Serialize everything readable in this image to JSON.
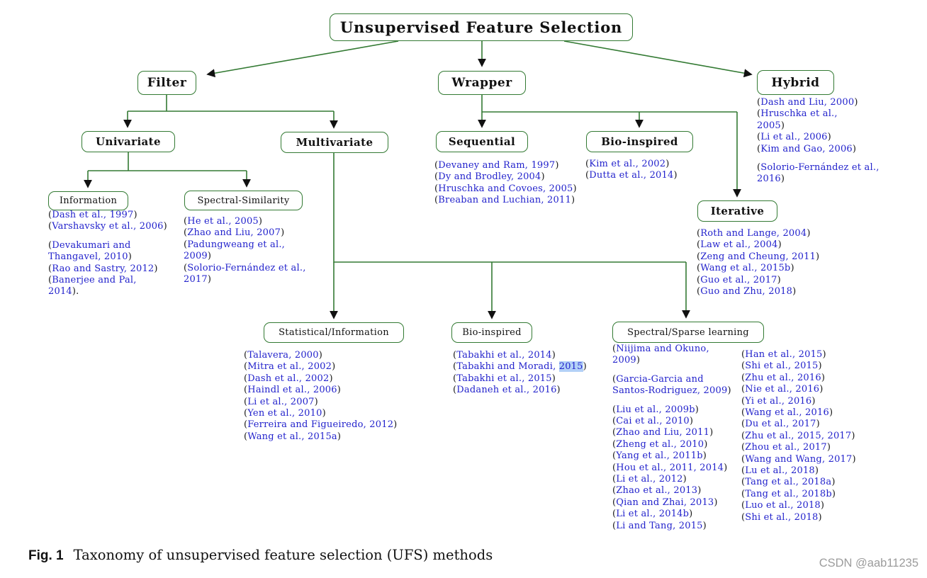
{
  "figure": {
    "caption_label": "Fig. 1",
    "caption_text": "Taxonomy of unsupervised feature selection (UFS) methods",
    "watermark": "CSDN @aab11235"
  },
  "colors": {
    "node_border_green": "#337a33",
    "citation_blue": "#2222cc",
    "year_highlight": "#b3d1f7",
    "arrowhead": "#111111"
  },
  "nodes": {
    "root": {
      "label": "Unsupervised Feature Selection"
    },
    "filter": {
      "label": "Filter"
    },
    "wrapper": {
      "label": "Wrapper"
    },
    "hybrid": {
      "label": "Hybrid",
      "citations": [
        "(Dash and Liu, 2000)",
        "(Hruschka et al.,",
        "2005)",
        "(Li et al., 2006)",
        "(Kim and Gao, 2006)",
        "",
        "(Solorio-Fernández et al.,",
        "2016)"
      ]
    },
    "univariate": {
      "label": "Univariate"
    },
    "multivariate": {
      "label": "Multivariate"
    },
    "sequential": {
      "label": "Sequential",
      "citations": [
        "(Devaney and Ram, 1997)",
        "(Dy and Brodley, 2004)",
        "(Hruschka and Covoes, 2005)",
        "(Breaban and Luchian, 2011)"
      ]
    },
    "bio_inspired_wrapper": {
      "label": "Bio-inspired",
      "citations": [
        "(Kim et al., 2002)",
        "(Dutta et al., 2014)"
      ]
    },
    "iterative": {
      "label": "Iterative",
      "citations": [
        "(Roth and Lange, 2004)",
        "(Law et al., 2004)",
        "(Zeng and Cheung, 2011)",
        "(Wang et al., 2015b)",
        "(Guo et al., 2017)",
        "(Guo and Zhu, 2018)"
      ]
    },
    "information": {
      "label": "Information",
      "citations": [
        "(Dash et al., 1997)",
        "(Varshavsky et al., 2006)",
        "",
        "(Devakumari and",
        "Thangavel, 2010)",
        "(Rao and Sastry, 2012)",
        "(Banerjee and Pal,",
        "2014)."
      ]
    },
    "spectral_similarity": {
      "label": "Spectral-Similarity",
      "citations": [
        "(He et al., 2005)",
        "(Zhao and Liu, 2007)",
        "(Padungweang et al.,",
        "2009)",
        "(Solorio-Fernández et al.,",
        "2017)"
      ]
    },
    "statistical_information": {
      "label": "Statistical/Information",
      "citations": [
        "(Talavera, 2000)",
        "(Mitra et al., 2002)",
        "(Dash et al., 2002)",
        "(Haindl et al., 2006)",
        "(Li et al., 2007)",
        "(Yen et al., 2010)",
        "(Ferreira and Figueiredo, 2012)",
        "(Wang et al., 2015a)"
      ]
    },
    "bio_inspired_multivariate": {
      "label": "Bio-inspired",
      "citations": [
        "(Tabakhi et al., 2014)",
        {
          "pre": "(Tabakhi and Moradi, ",
          "hl": "2015",
          "post": ")"
        },
        "(Tabakhi et al., 2015)",
        "(Dadaneh et al., 2016)"
      ]
    },
    "spectral_sparse": {
      "label": "Spectral/Sparse learning",
      "citations_col1": [
        "(Niijima and Okuno,",
        "2009)",
        "",
        "(Garcia-Garcia and",
        "Santos-Rodriguez, 2009)",
        "",
        "(Liu et al., 2009b)",
        "(Cai et al., 2010)",
        "(Zhao and Liu, 2011)",
        "(Zheng et al., 2010)",
        "(Yang et al., 2011b)",
        "(Hou et al., 2011, 2014)",
        "(Li et al., 2012)",
        "(Zhao et al., 2013)",
        "(Qian and Zhai, 2013)",
        "(Li et al., 2014b)",
        "(Li and Tang, 2015)"
      ],
      "citations_col2": [
        "(Han et al., 2015)",
        "(Shi et al., 2015)",
        "(Zhu et al., 2016)",
        "(Nie et al., 2016)",
        "(Yi et al., 2016)",
        "(Wang et al., 2016)",
        "(Du et al., 2017)",
        "(Zhu et al., 2015, 2017)",
        "(Zhou et al., 2017)",
        "(Wang and Wang, 2017)",
        "(Lu et al., 2018)",
        "(Tang et al., 2018a)",
        "(Tang et al., 2018b)",
        "(Luo et al., 2018)",
        "(Shi et al., 2018)"
      ]
    }
  }
}
